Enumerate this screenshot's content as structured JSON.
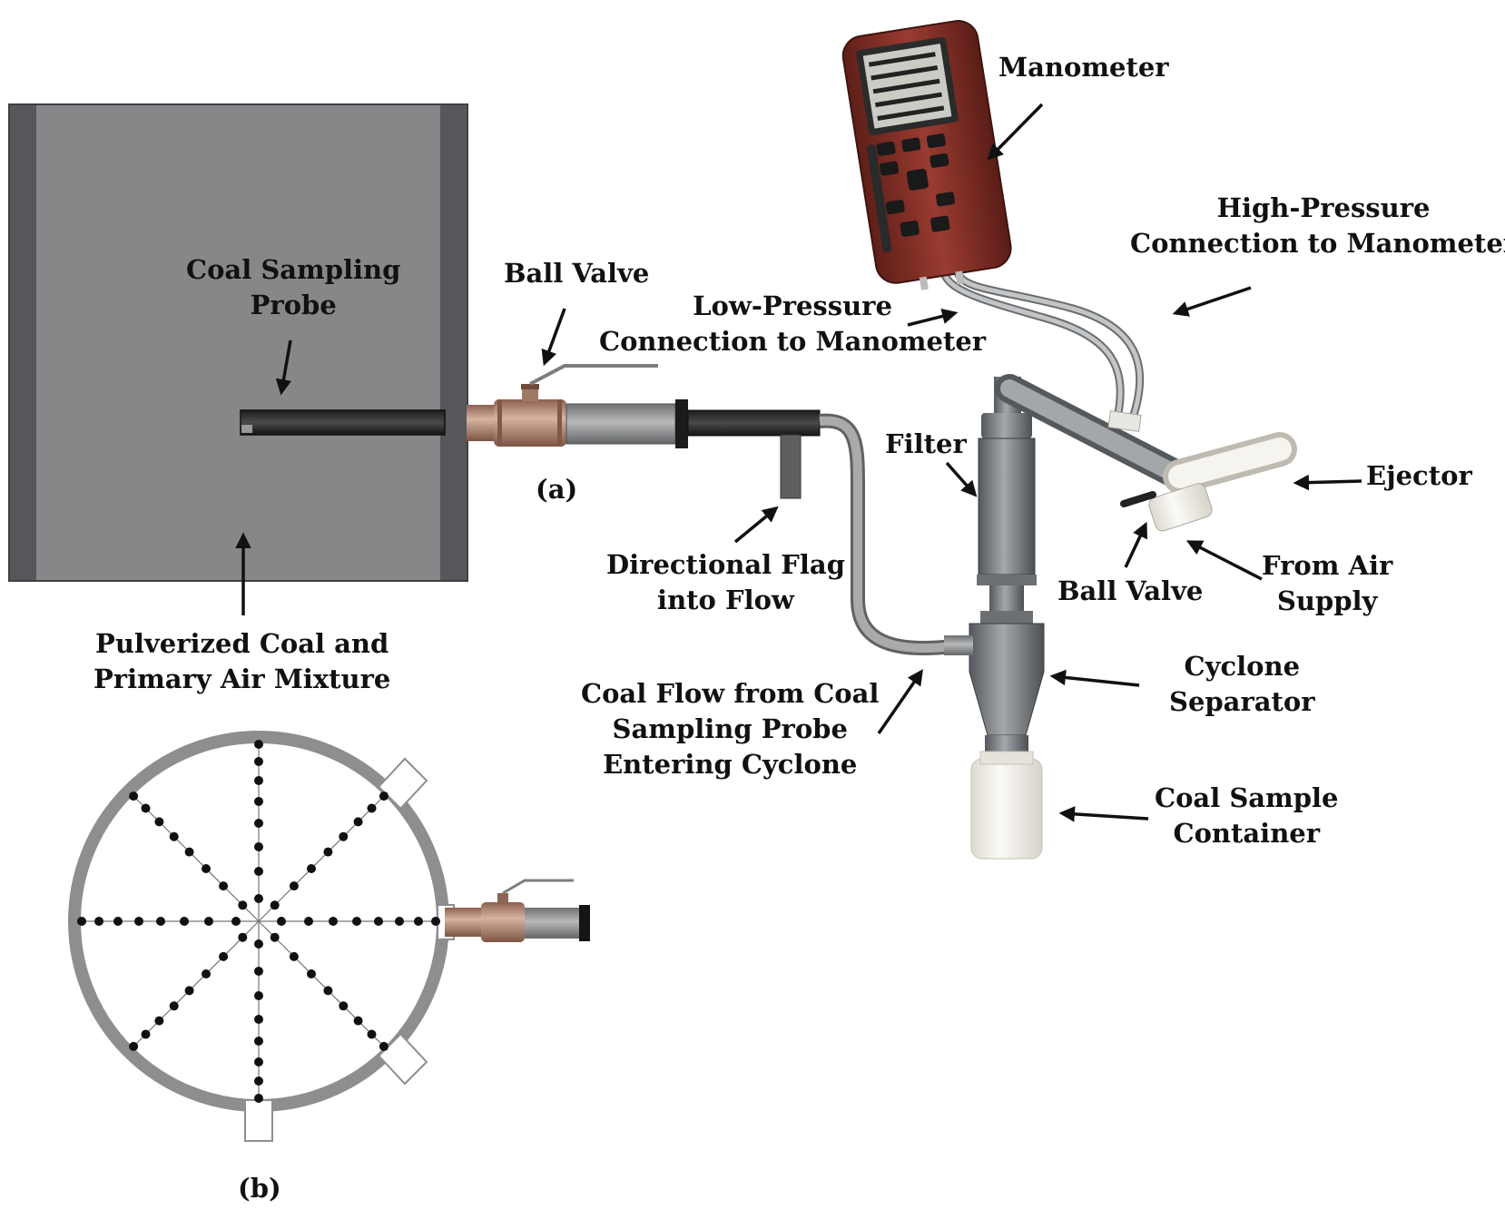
{
  "figure": {
    "panel_a": "(a)",
    "panel_b": "(b)",
    "colors": {
      "duct": "#858789",
      "duct_edge": "#4a4c4e",
      "brass": "#b38a74",
      "manometer": "#8a3229",
      "white_part": "#f3f1ea",
      "traverse_dot": "#111111"
    }
  },
  "labels": {
    "coal_probe": {
      "l1": "Coal Sampling",
      "l2": "Probe"
    },
    "ball_valve_a": "Ball Valve",
    "pulverized": {
      "l1": "Pulverized Coal and",
      "l2": "Primary Air Mixture"
    },
    "directional_flag": {
      "l1": "Directional Flag",
      "l2": "into Flow"
    },
    "manometer": "Manometer",
    "high_pressure": {
      "l1": "High-Pressure",
      "l2": "Connection to Manometer"
    },
    "low_pressure": {
      "l1": "Low-Pressure",
      "l2": "Connection to Manometer"
    },
    "filter": "Filter",
    "ejector": "Ejector",
    "ball_valve_b": "Ball Valve",
    "air_supply": {
      "l1": "From Air",
      "l2": "Supply"
    },
    "cyclone": {
      "l1": "Cyclone",
      "l2": "Separator"
    },
    "coal_flow": {
      "l1": "Coal Flow from Coal",
      "l2": "Sampling Probe",
      "l3": "Entering Cyclone"
    },
    "container": {
      "l1": "Coal Sample",
      "l2": "Container"
    }
  },
  "icons": [
    "arrow-icon",
    "ball-valve-icon",
    "manometer-device-icon"
  ]
}
